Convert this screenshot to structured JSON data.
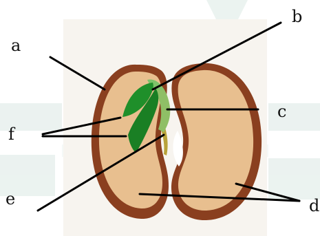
{
  "labels": {
    "a": "a",
    "b": "b",
    "c": "c",
    "d": "d",
    "e": "e",
    "f": "f"
  },
  "colors": {
    "seed_coat": "#8a3f1f",
    "cotyledon": "#e8bf8f",
    "plumule": "#1f8f2a",
    "plumule_light": "#7ec26a",
    "hypocotyl": "#b8c24a",
    "background_watermark": "#d7e6e1",
    "pointer_line": "#000000"
  }
}
